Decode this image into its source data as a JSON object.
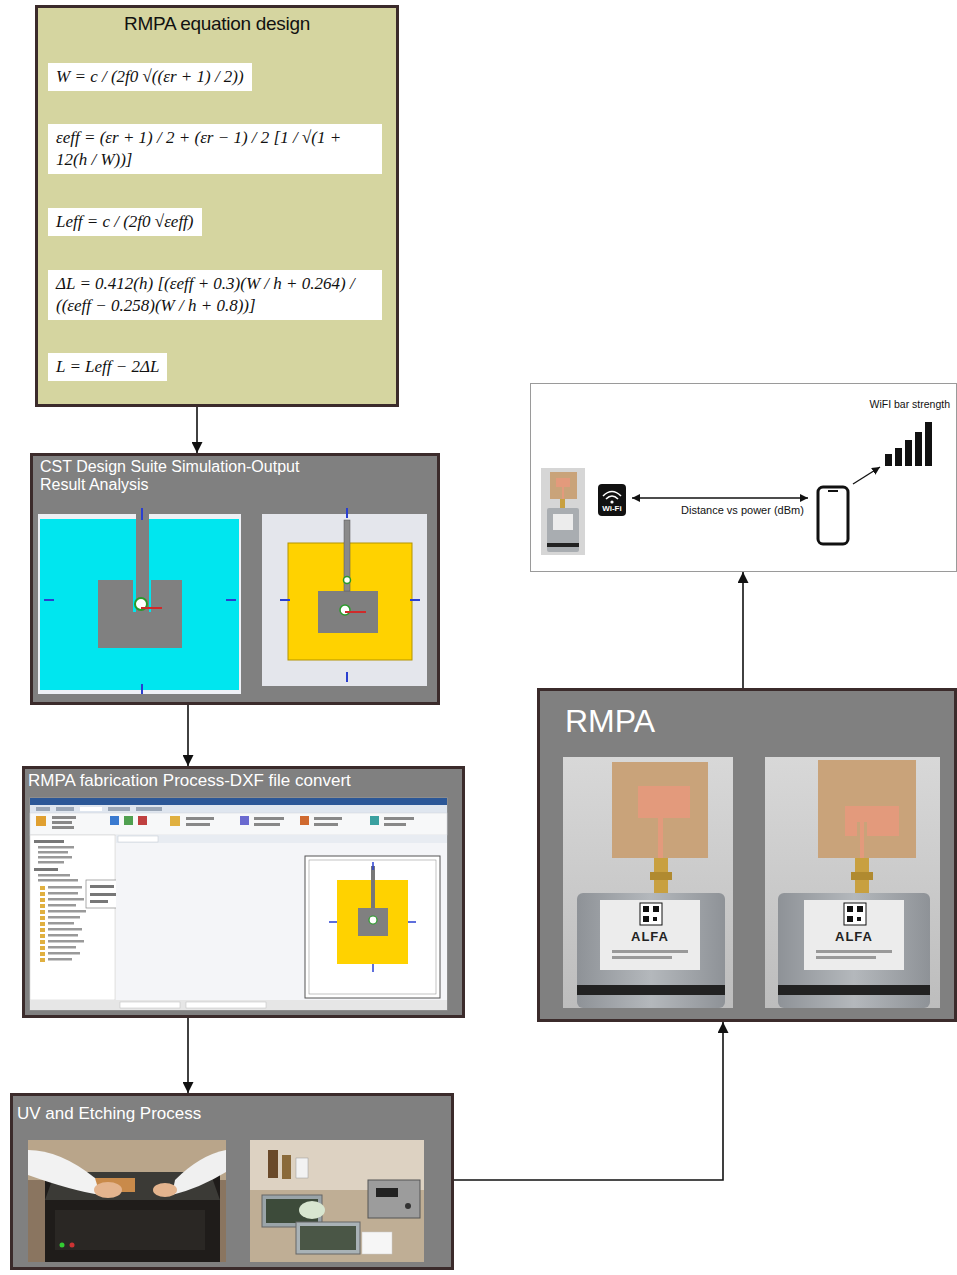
{
  "diagram": {
    "nodes": [
      {
        "text": [
          "RMPA equation design",
          "W = c / (2f0 √((εr + 1) / 2))",
          "εeff = (εr + 1) / 2 + (εr − 1) / 2 [1 / √(1 + 12(h / W))]",
          "Leff = c / (2f0 √εeff)",
          "ΔL = 0.412(h) [(εeff + 0.3)(W / h + 0.264) / ((εeff − 0.258)(W / h + 0.8))]",
          "L = Leff − 2ΔL"
        ]
      },
      {
        "text": [
          "CST Design Suite Simulation-Output Result Analysis"
        ]
      },
      {
        "text": [
          "RMPA fabrication Process-DXF file convert"
        ]
      },
      {
        "text": [
          "UV and Etching Process"
        ]
      },
      {
        "text": [
          "RMPA"
        ]
      },
      {
        "text": [
          "WiFI bar strength",
          "Distance vs power (dBm)"
        ]
      }
    ],
    "edges": [
      {
        "from": 0,
        "to": 1,
        "arrow": "to"
      },
      {
        "from": 1,
        "to": 2,
        "arrow": "to"
      },
      {
        "from": 2,
        "to": 3,
        "arrow": "to"
      },
      {
        "from": 3,
        "to": 4,
        "arrow": "to"
      },
      {
        "from": 4,
        "to": 5,
        "arrow": "to"
      }
    ],
    "labels": [
      "Wi-Fi",
      "ALFA",
      "ALFA"
    ]
  }
}
